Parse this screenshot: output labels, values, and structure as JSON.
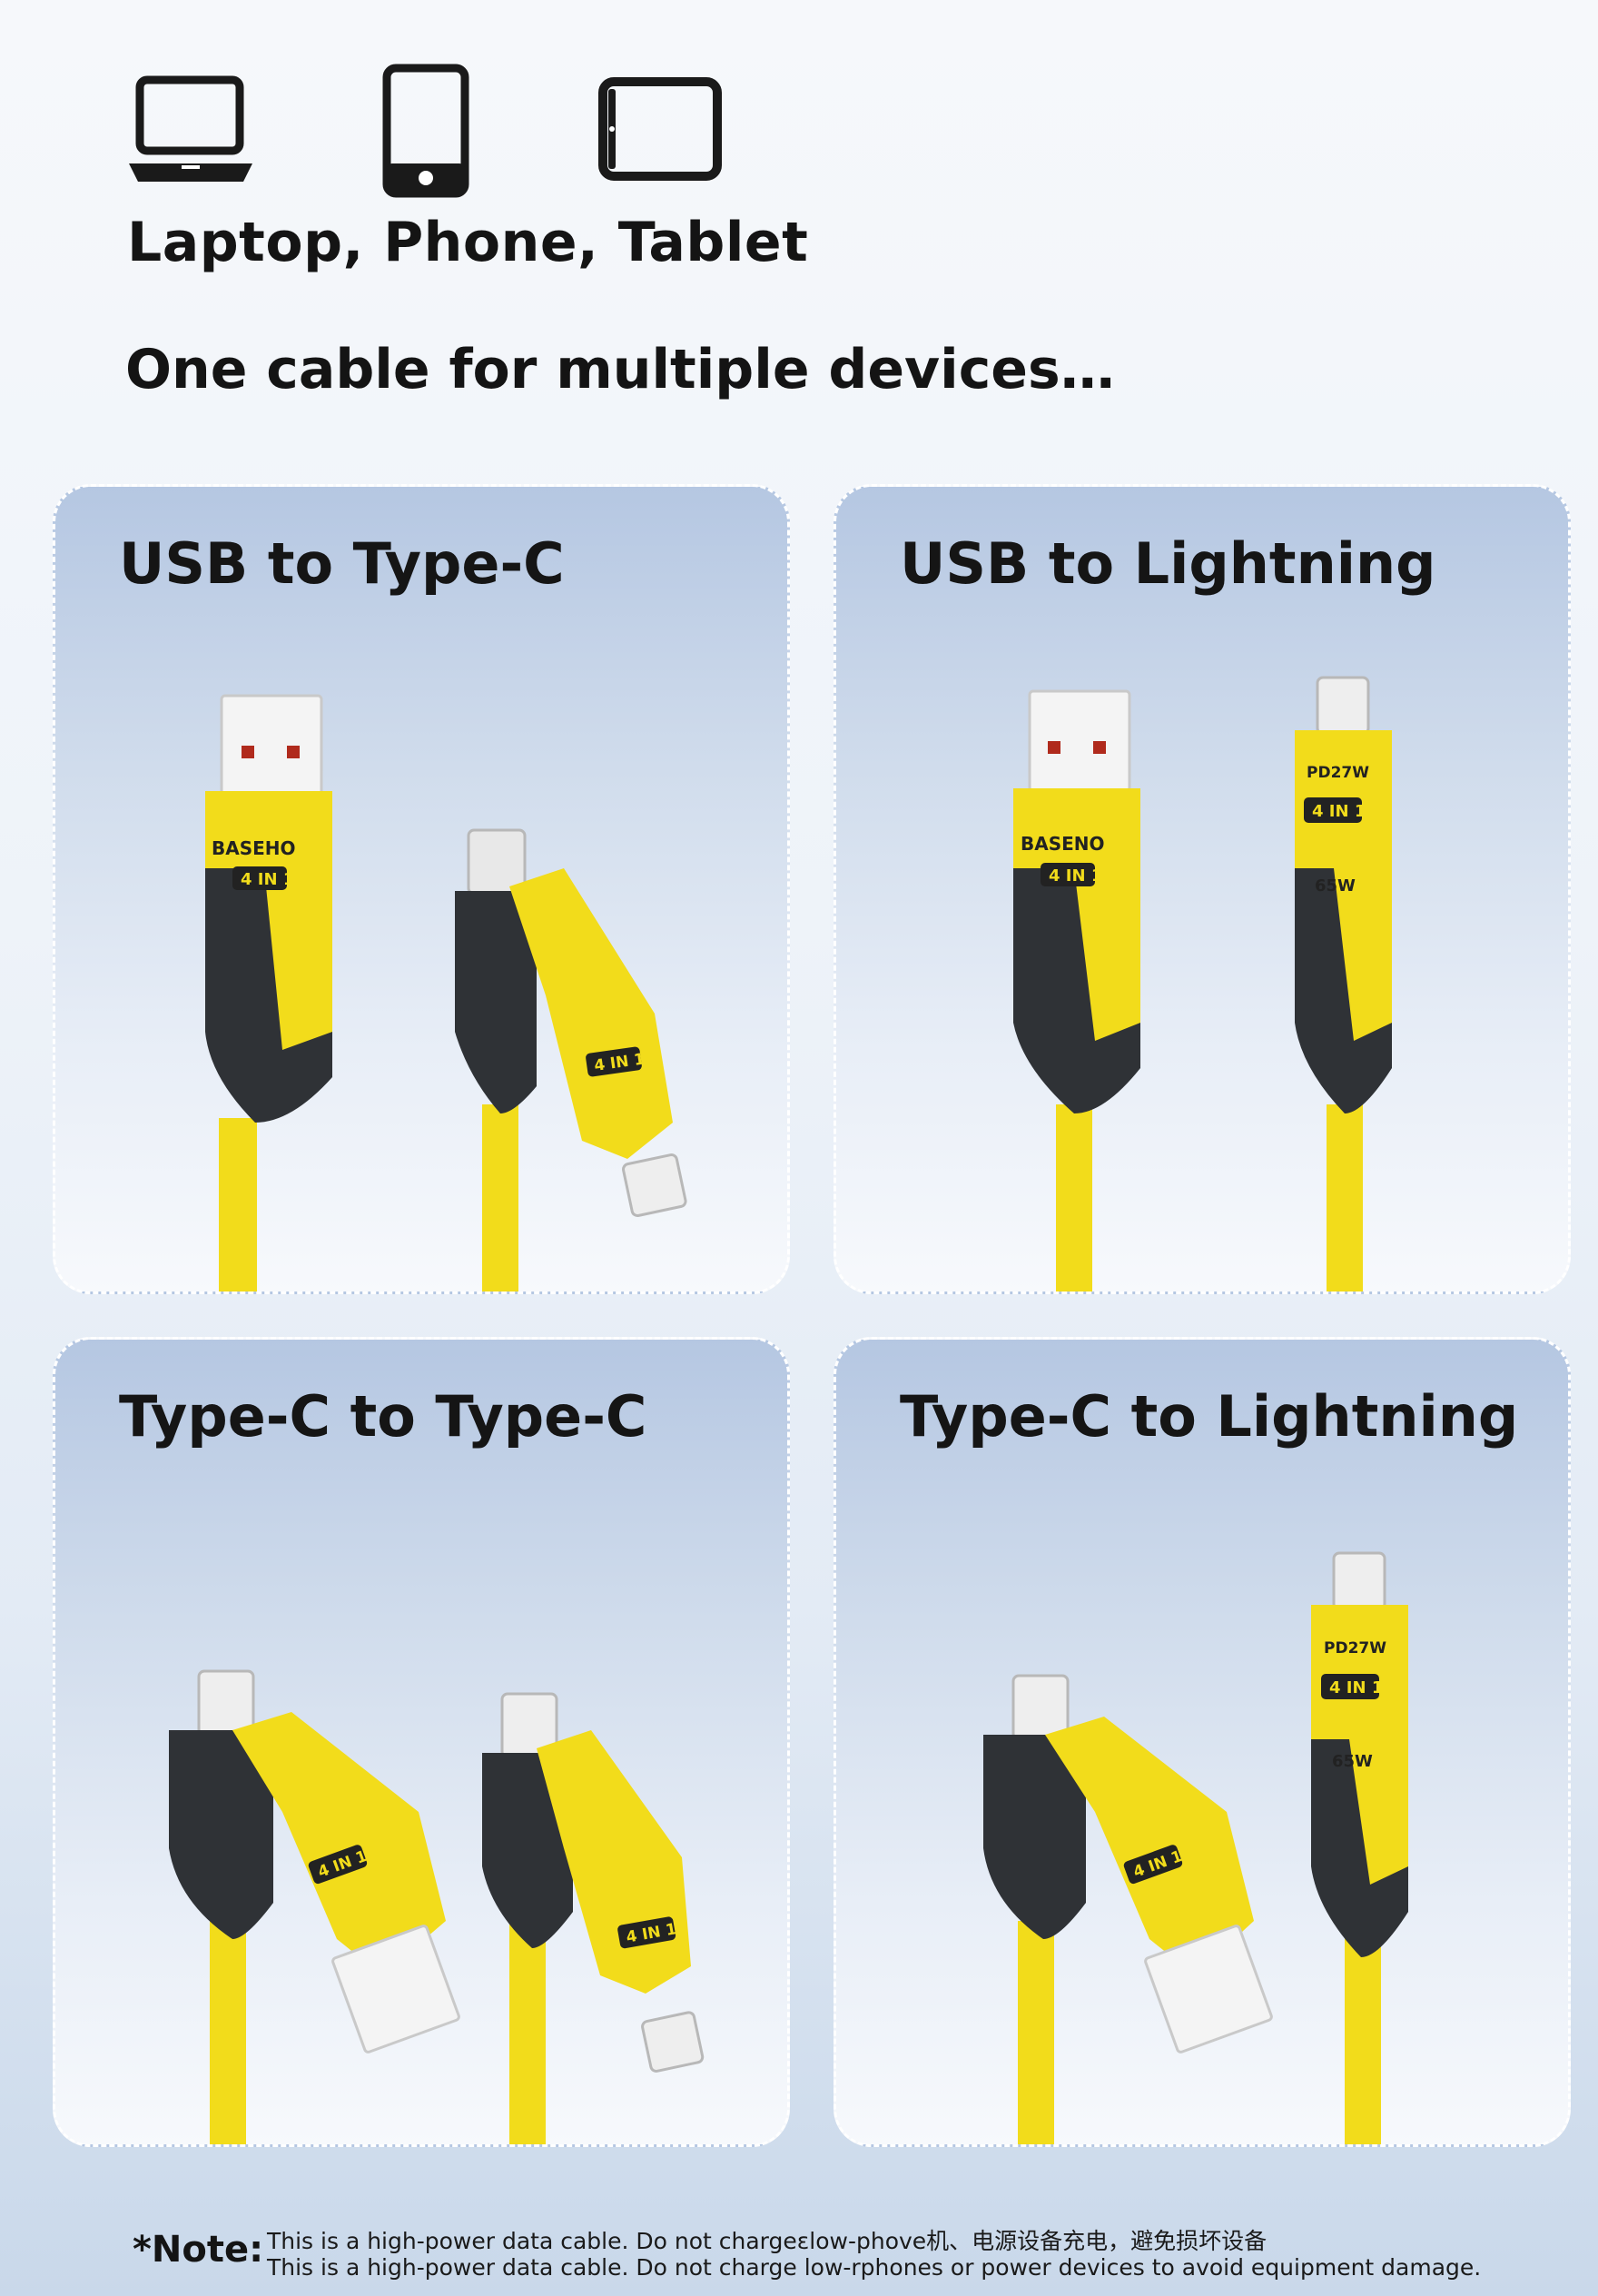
{
  "header": {
    "devices_line": "Laptop, Phone, Tablet",
    "tagline": "One cable for multiple devices…",
    "icons": [
      "laptop-icon",
      "phone-icon",
      "tablet-icon"
    ]
  },
  "cards": [
    {
      "title": "USB to Type-C"
    },
    {
      "title": "USB to Lightning"
    },
    {
      "title": "Type-C to Type-C"
    },
    {
      "title": "Type-C to Lightning"
    }
  ],
  "connector_labels": {
    "brand": "BASEHO",
    "brand_alt": "BASENO",
    "model": "4 IN 1",
    "pd": "PD27W",
    "watt": "65W"
  },
  "note": {
    "label": "*Note:",
    "line1": "This is a high-power data cable. Do not chargeɛlow-phove机、电源设备充电，避免损坏设备",
    "line2": "This is a high-power data cable. Do not charge low-rphones or power devices to avoid equipment damage."
  },
  "colors": {
    "cable_yellow": "#f2dc1b",
    "housing_dark": "#2f3236",
    "card_top": "#b5c7e2"
  }
}
